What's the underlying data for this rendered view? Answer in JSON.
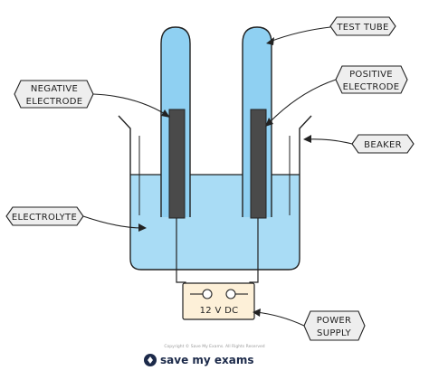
{
  "labels": {
    "test_tube": "TEST TUBE",
    "positive_electrode_line1": "POSITIVE",
    "positive_electrode_line2": "ELECTRODE",
    "negative_electrode_line1": "NEGATIVE",
    "negative_electrode_line2": "ELECTRODE",
    "beaker": "BEAKER",
    "electrolyte": "ELECTROLYTE",
    "power_supply_line1": "POWER",
    "power_supply_line2": "SUPPLY",
    "power_source": "12 V DC"
  },
  "footer": {
    "copyright": "Copyright © Save My Exams. All Rights Reserved",
    "brand": "save my exams"
  },
  "colors": {
    "liquid": "#a9dcf5",
    "tube_fill": "#8fd0f2",
    "electrode": "#4a4a4a",
    "psu_fill": "#fdf0d8",
    "tag_fill": "#eeeeee",
    "outline": "#222222"
  }
}
